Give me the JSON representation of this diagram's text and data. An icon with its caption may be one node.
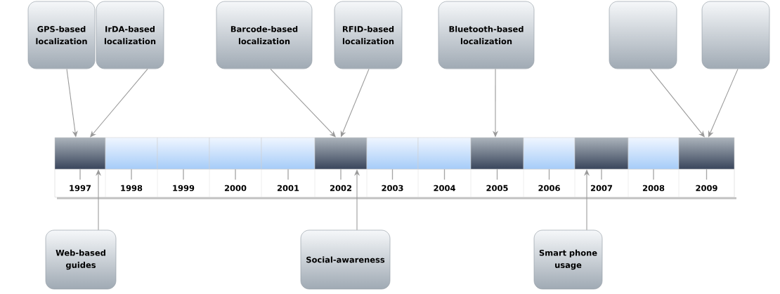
{
  "diagram": {
    "nodes": [
      {
        "text": [
          "GPS-based localization"
        ]
      },
      {
        "text": [
          "IrDA-based localization"
        ]
      },
      {
        "text": [
          "Barcode-based localization"
        ]
      },
      {
        "text": [
          "RFID-based localization"
        ]
      },
      {
        "text": [
          "Bluetooth-based localization"
        ]
      },
      {
        "text": [],
        "shape": "box"
      },
      {
        "text": [],
        "shape": "box"
      },
      {
        "text": [],
        "shape": "bar",
        "beside": [
          "1997"
        ]
      },
      {
        "text": [],
        "shape": "bar",
        "beside": [
          "1998"
        ]
      },
      {
        "text": [],
        "shape": "bar",
        "beside": [
          "1999"
        ]
      },
      {
        "text": [],
        "shape": "bar",
        "beside": [
          "2000"
        ]
      },
      {
        "text": [],
        "shape": "bar",
        "beside": [
          "2001"
        ]
      },
      {
        "text": [],
        "shape": "bar",
        "beside": [
          "2002"
        ]
      },
      {
        "text": [],
        "shape": "bar",
        "beside": [
          "2003"
        ]
      },
      {
        "text": [],
        "shape": "bar",
        "beside": [
          "2004"
        ]
      },
      {
        "text": [],
        "shape": "bar",
        "beside": [
          "2005"
        ]
      },
      {
        "text": [],
        "shape": "bar",
        "beside": [
          "2006"
        ]
      },
      {
        "text": [],
        "shape": "bar",
        "beside": [
          "2007"
        ]
      },
      {
        "text": [],
        "shape": "bar",
        "beside": [
          "2008"
        ]
      },
      {
        "text": [],
        "shape": "bar",
        "beside": [
          "2009"
        ]
      },
      {
        "text": [
          "Web-based guides"
        ]
      },
      {
        "text": [
          "Social-awareness"
        ]
      },
      {
        "text": [
          "Smart phone usage"
        ]
      }
    ],
    "edges": [
      {
        "from": 0,
        "to": 7,
        "arrow": "to"
      },
      {
        "from": 1,
        "to": 7,
        "arrow": "to"
      },
      {
        "from": 2,
        "to": 12,
        "arrow": "to"
      },
      {
        "from": 3,
        "to": 12,
        "arrow": "to"
      },
      {
        "from": 4,
        "to": 15,
        "arrow": "to"
      },
      {
        "from": 5,
        "to": 19,
        "arrow": "to"
      },
      {
        "from": 6,
        "to": 19,
        "arrow": "to"
      },
      {
        "from": 20,
        "to": 7,
        "arrow": "to"
      },
      {
        "from": 21,
        "to": 12,
        "arrow": "to"
      },
      {
        "from": 22,
        "to": 17,
        "arrow": "to"
      }
    ]
  }
}
